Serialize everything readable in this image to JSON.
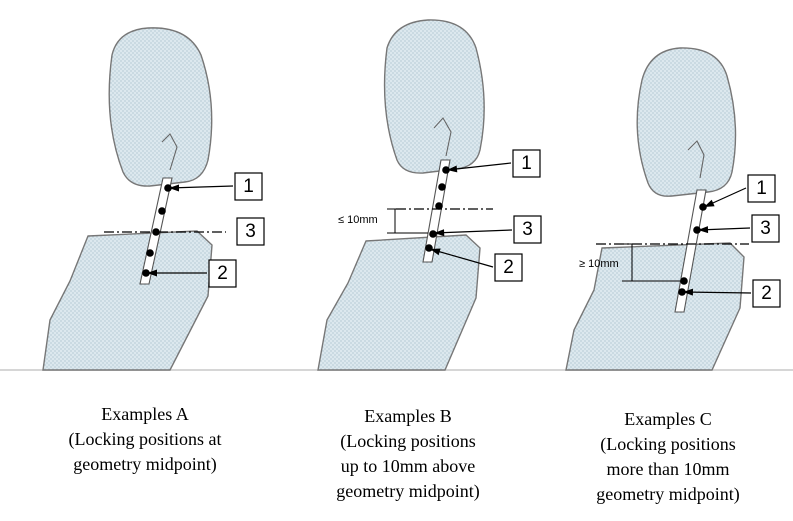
{
  "colors": {
    "seat_fill": "#dce8ee",
    "seat_dots": "#9fb7c4",
    "outline": "#777777",
    "ink": "#000000"
  },
  "examples": [
    {
      "id": "A",
      "callouts": [
        "1",
        "2",
        "3"
      ],
      "offset_label": "",
      "caption": [
        "Examples A",
        "(Locking positions at",
        "geometry midpoint)"
      ]
    },
    {
      "id": "B",
      "callouts": [
        "1",
        "2",
        "3"
      ],
      "offset_label": "≤ 10mm",
      "caption": [
        "Examples B",
        "(Locking positions",
        "up to 10mm above",
        "geometry midpoint)"
      ]
    },
    {
      "id": "C",
      "callouts": [
        "1",
        "2",
        "3"
      ],
      "offset_label": "≥ 10mm",
      "caption": [
        "Examples C",
        "(Locking positions",
        "more than 10mm",
        "geometry midpoint)"
      ]
    }
  ]
}
